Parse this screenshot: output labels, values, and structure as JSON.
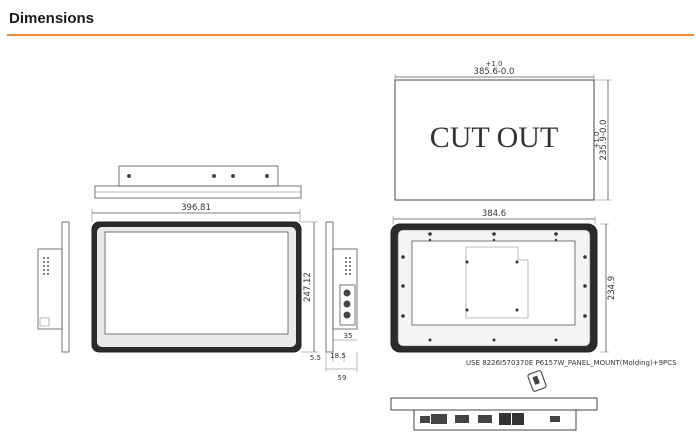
{
  "header": {
    "title": "Dimensions",
    "accent_color": "#f0883a"
  },
  "cutout": {
    "label": "CUT OUT",
    "width_dim": "385.6-0.0",
    "width_tol": "+1.0",
    "height_dim": "235.9-0.0",
    "height_tol": "+1.0"
  },
  "front": {
    "width_dim": "396.81",
    "height_dim": "247.12"
  },
  "side": {
    "dim_55": "5.5",
    "dim_185": "18.5",
    "dim_35": "35",
    "dim_59": "59"
  },
  "rear": {
    "width_dim": "384.6",
    "height_dim": "234.9",
    "mount_note": "USE 8226I570370E P6157W_PANEL_MOUNT(Molding)+9PCS"
  }
}
